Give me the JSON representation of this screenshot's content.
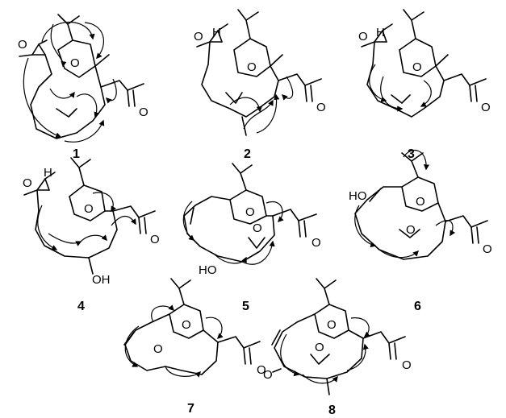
{
  "compounds": [
    {
      "label": "1",
      "atoms": {
        "o_epox": "O",
        "o_ring": "O",
        "o_acetyl": "O"
      }
    },
    {
      "label": "2",
      "atoms": {
        "h": "H",
        "o_epox": "O",
        "o_ring": "O",
        "o_acetyl": "O"
      }
    },
    {
      "label": "3",
      "atoms": {
        "h": "H",
        "o_epox": "O",
        "o_ring": "O",
        "o_acetyl": "O"
      }
    },
    {
      "label": "4",
      "atoms": {
        "h": "H",
        "o_epox": "O",
        "o_ring": "O",
        "o_acetyl": "O",
        "oh": "OH"
      }
    },
    {
      "label": "5",
      "atoms": {
        "o_ring": "O",
        "o_acetyl": "O",
        "o_epox": "O",
        "ho": "HO"
      }
    },
    {
      "label": "6",
      "atoms": {
        "ho": "HO",
        "o_ring": "O",
        "o_acetyl": "O",
        "o_epox": "O"
      }
    },
    {
      "label": "7",
      "atoms": {
        "o_ring": "O",
        "o_acetyl": "O",
        "o_epox": "O"
      }
    },
    {
      "label": "8",
      "atoms": {
        "o_ring": "O",
        "o_acetyl": "O",
        "o_keto": "O",
        "o_epox": "O"
      }
    }
  ],
  "colors": {
    "ink": "#000000",
    "background": "#ffffff"
  }
}
